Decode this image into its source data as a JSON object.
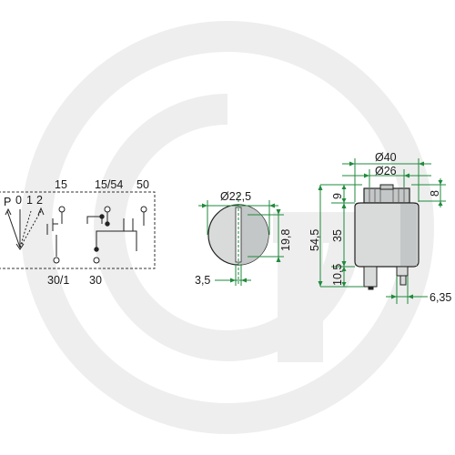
{
  "watermark": {
    "color": "#eeeeee"
  },
  "colors": {
    "dimension_line": "#1f8a3c",
    "outline": "#222222",
    "body_fill": "#d9dbdb",
    "body_shade": "#c4c7c7"
  },
  "schematic": {
    "positions": [
      "P",
      "0",
      "1",
      "2"
    ],
    "terminals_top": [
      "15",
      "15/54",
      "50"
    ],
    "terminals_bottom": [
      "30/1",
      "30"
    ]
  },
  "front_view": {
    "diameter_label": "Ø22,5",
    "height_label": "19,8",
    "key_width_label": "3,5"
  },
  "side_view": {
    "outer_diameter_label": "Ø40",
    "inner_diameter_label": "Ø26",
    "top_height_label": "9",
    "right_top_label": "8",
    "body_height_label": "35",
    "total_height_label": "54,5",
    "terminal_height_label": "10,5",
    "terminal_width_label": "6,35"
  }
}
